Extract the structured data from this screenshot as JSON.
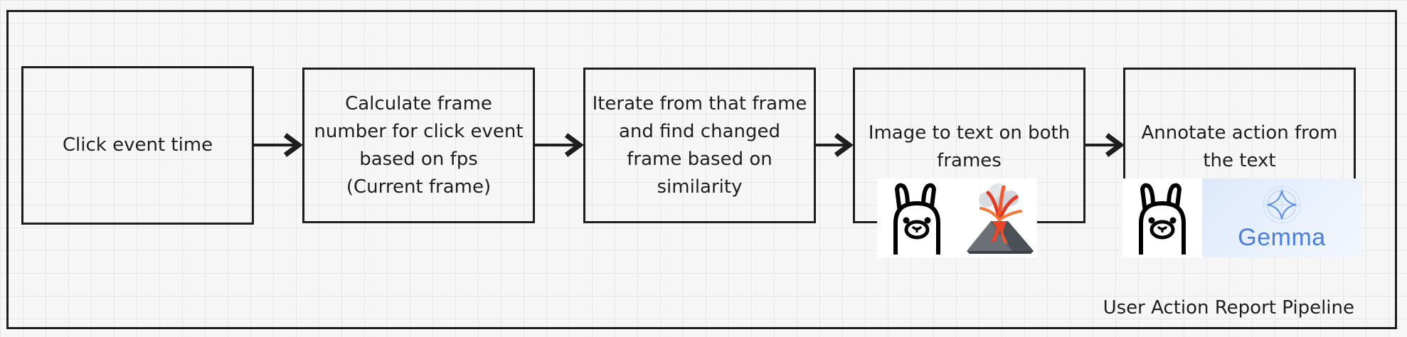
{
  "title": "User Action Report Pipeline",
  "steps": [
    {
      "id": "step-1",
      "lines": [
        "Click event time"
      ]
    },
    {
      "id": "step-2",
      "lines": [
        "Calculate frame",
        "number for click event",
        "based on fps",
        "(Current frame)"
      ]
    },
    {
      "id": "step-3",
      "lines": [
        "Iterate from that frame",
        "and find changed",
        "frame based on",
        "similarity"
      ]
    },
    {
      "id": "step-4",
      "lines": [
        "Image to text on both",
        "frames"
      ]
    },
    {
      "id": "step-5",
      "lines": [
        "Annotate action from",
        "the text"
      ]
    }
  ],
  "logos": {
    "step4": [
      "llama-logo-icon",
      "volcano-icon"
    ],
    "step5": [
      "llama-logo-icon",
      "gemma-logo"
    ],
    "gemma_word": "Gemma"
  },
  "colors": {
    "stroke": "#1e1e1e",
    "background": "#f6f6f6",
    "gemma_text": "#4a7ee0"
  }
}
